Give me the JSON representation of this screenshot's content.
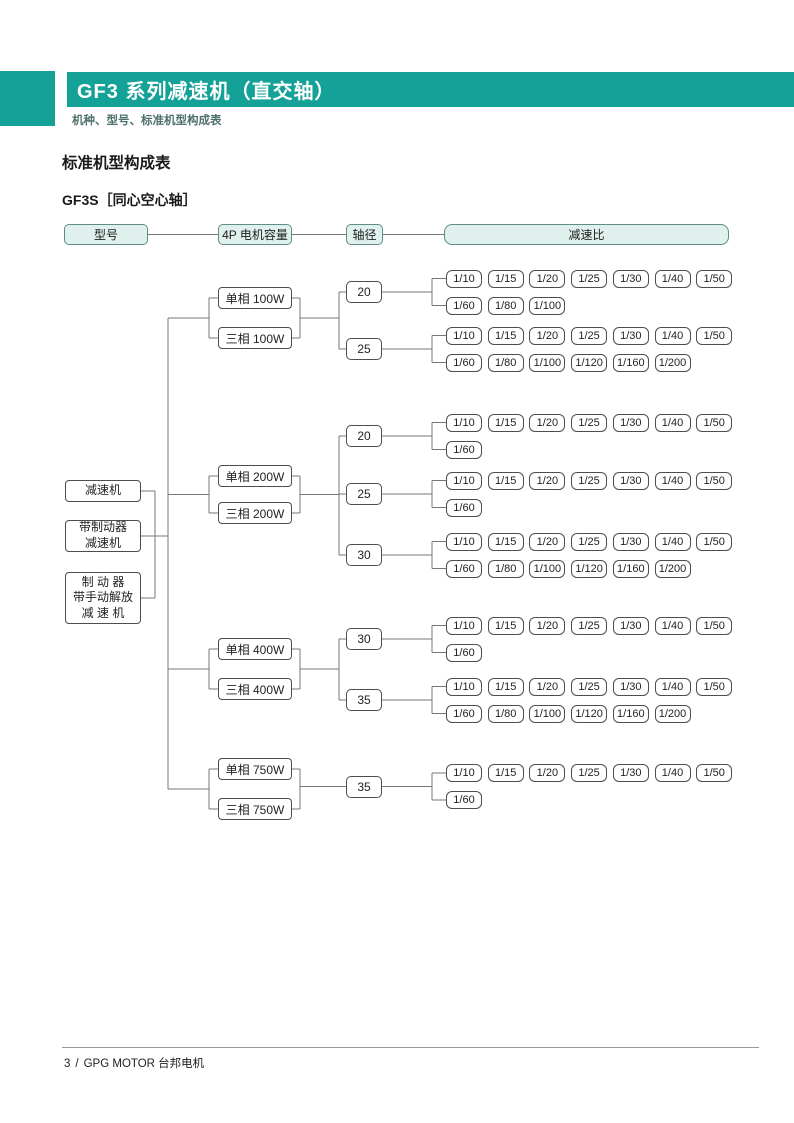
{
  "banner": {
    "title": "GF3 系列减速机（直交轴）",
    "subtitle": "机种、型号、标准机型构成表"
  },
  "section_title": "标准机型构成表",
  "diagram_title": "GF3S［同心空心轴］",
  "diagram": {
    "column_headers": [
      {
        "key": "model",
        "label": "型号"
      },
      {
        "key": "motor",
        "label": "4P 电机容量"
      },
      {
        "key": "shaft",
        "label": "轴径"
      },
      {
        "key": "ratio",
        "label": "减速比"
      }
    ],
    "model_types": [
      {
        "lines": [
          "减速机"
        ]
      },
      {
        "lines": [
          "带制动器",
          "减速机"
        ]
      },
      {
        "lines": [
          "制 动 器",
          "带手动解放",
          "减 速 机"
        ]
      }
    ],
    "groups": [
      {
        "motors": [
          "单相 100W",
          "三相 100W"
        ],
        "shafts": [
          {
            "size": "20",
            "ratio_rows": [
              [
                "1/10",
                "1/15",
                "1/20",
                "1/25",
                "1/30",
                "1/40",
                "1/50"
              ],
              [
                "1/60",
                "1/80",
                "1/100"
              ]
            ]
          },
          {
            "size": "25",
            "ratio_rows": [
              [
                "1/10",
                "1/15",
                "1/20",
                "1/25",
                "1/30",
                "1/40",
                "1/50"
              ],
              [
                "1/60",
                "1/80",
                "1/100",
                "1/120",
                "1/160",
                "1/200"
              ]
            ]
          }
        ]
      },
      {
        "motors": [
          "单相 200W",
          "三相 200W"
        ],
        "shafts": [
          {
            "size": "20",
            "ratio_rows": [
              [
                "1/10",
                "1/15",
                "1/20",
                "1/25",
                "1/30",
                "1/40",
                "1/50"
              ],
              [
                "1/60"
              ]
            ]
          },
          {
            "size": "25",
            "ratio_rows": [
              [
                "1/10",
                "1/15",
                "1/20",
                "1/25",
                "1/30",
                "1/40",
                "1/50"
              ],
              [
                "1/60"
              ]
            ]
          },
          {
            "size": "30",
            "ratio_rows": [
              [
                "1/10",
                "1/15",
                "1/20",
                "1/25",
                "1/30",
                "1/40",
                "1/50"
              ],
              [
                "1/60",
                "1/80",
                "1/100",
                "1/120",
                "1/160",
                "1/200"
              ]
            ]
          }
        ]
      },
      {
        "motors": [
          "单相 400W",
          "三相 400W"
        ],
        "shafts": [
          {
            "size": "30",
            "ratio_rows": [
              [
                "1/10",
                "1/15",
                "1/20",
                "1/25",
                "1/30",
                "1/40",
                "1/50"
              ],
              [
                "1/60"
              ]
            ]
          },
          {
            "size": "35",
            "ratio_rows": [
              [
                "1/10",
                "1/15",
                "1/20",
                "1/25",
                "1/30",
                "1/40",
                "1/50"
              ],
              [
                "1/60",
                "1/80",
                "1/100",
                "1/120",
                "1/160",
                "1/200"
              ]
            ]
          }
        ]
      },
      {
        "motors": [
          "单相 750W",
          "三相 750W"
        ],
        "shafts": [
          {
            "size": "35",
            "ratio_rows": [
              [
                "1/10",
                "1/15",
                "1/20",
                "1/25",
                "1/30",
                "1/40",
                "1/50"
              ],
              [
                "1/60"
              ]
            ]
          }
        ]
      }
    ]
  },
  "footer": {
    "page_number": "3",
    "separator": "/",
    "brand": "GPG MOTOR 台邦电机"
  },
  "colors": {
    "accent": "#14a197",
    "header_box_fill": "#e0f0ec",
    "header_box_border": "#5f8c86",
    "connector_line": "#777777",
    "box_border": "#4d4d4d"
  }
}
